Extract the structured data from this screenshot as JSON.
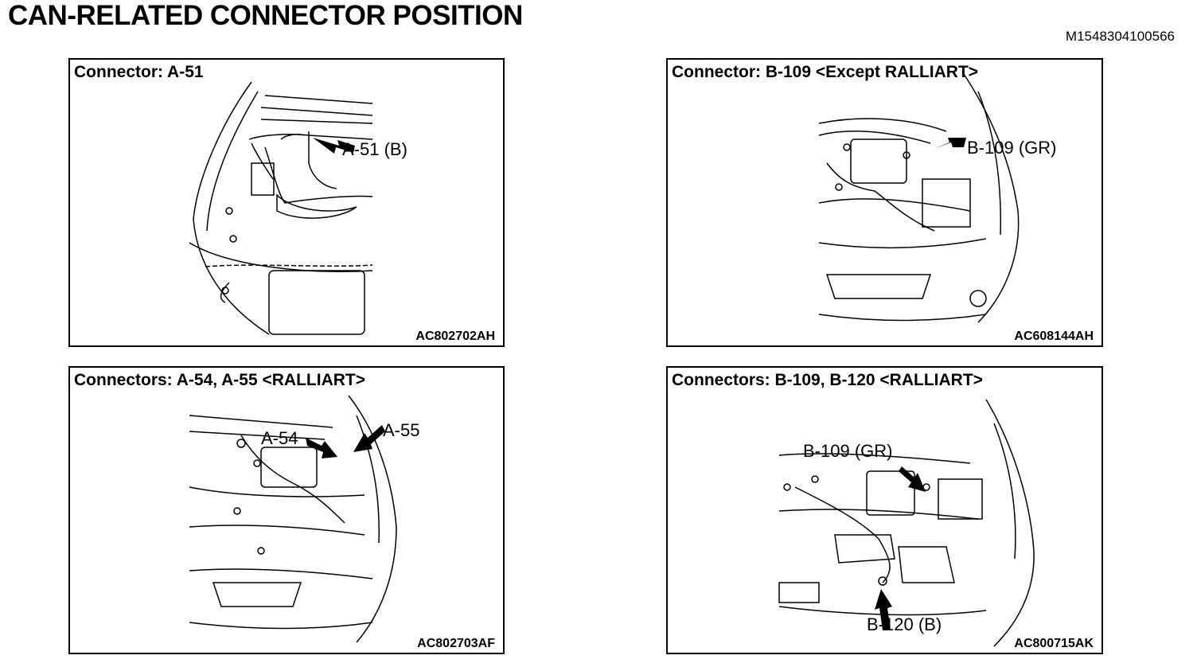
{
  "page": {
    "title": "CAN-RELATED CONNECTOR POSITION",
    "code": "M1548304100566"
  },
  "panels": [
    {
      "title": "Connector: A-51",
      "image_code": "AC802702AH",
      "callouts": [
        "A-51 (B)"
      ]
    },
    {
      "title": "Connector: B-109 <Except RALLIART>",
      "image_code": "AC608144AH",
      "callouts": [
        "B-109 (GR)"
      ]
    },
    {
      "title": "Connectors: A-54, A-55 <RALLIART>",
      "image_code": "AC802703AF",
      "callouts": [
        "A-54",
        "A-55"
      ]
    },
    {
      "title": "Connectors: B-109, B-120 <RALLIART>",
      "image_code": "AC800715AK",
      "callouts": [
        "B-109 (GR)",
        "B-120 (B)"
      ]
    }
  ]
}
